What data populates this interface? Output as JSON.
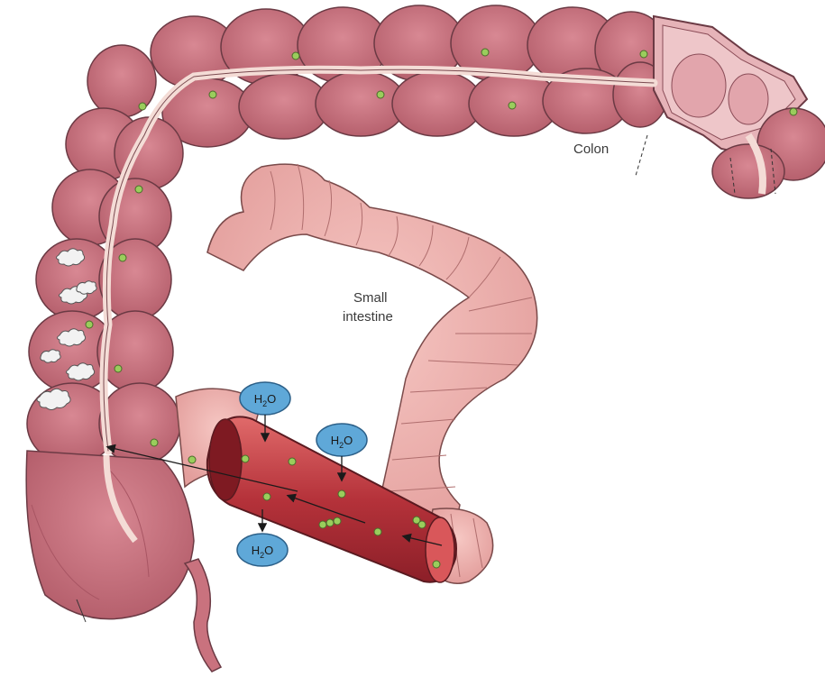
{
  "labels": {
    "colon": "Colon",
    "small_intestine_line1": "Small",
    "small_intestine_line2": "intestine"
  },
  "water_bubbles": [
    {
      "main": "H",
      "sub": "2",
      "end": "O"
    },
    {
      "main": "H",
      "sub": "2",
      "end": "O"
    },
    {
      "main": "H",
      "sub": "2",
      "end": "O"
    }
  ],
  "colors": {
    "colon_fill": "#c9727e",
    "colon_dark": "#a85563",
    "colon_outline": "#6b3a44",
    "lumen": "#f4dcd6",
    "small_intestine_fill": "#eeb0ad",
    "small_intestine_outline": "#7a4a4a",
    "cutaway_fill": "#b5323a",
    "cutaway_highlight": "#d9575a",
    "bead": "#9acd5c",
    "water_bubble": "#5fa8d8",
    "stool": "#f2f2f2"
  }
}
